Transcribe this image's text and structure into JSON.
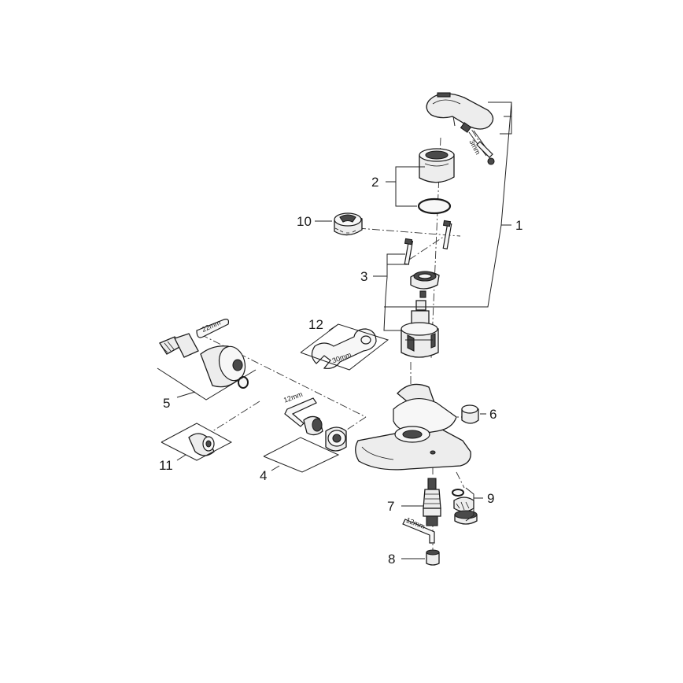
{
  "callouts": {
    "c1": "1",
    "c2": "2",
    "c3": "3",
    "c4": "4",
    "c5": "5",
    "c6": "6",
    "c7": "7",
    "c8": "8",
    "c9": "9",
    "c10": "10",
    "c11": "11",
    "c12": "12"
  },
  "tool_labels": {
    "hex_3mm": "3mm",
    "wrench_22mm": "22mm",
    "wrench_30mm": "30mm",
    "hex_12mm_upper": "12mm",
    "hex_12mm_lower": "12mm"
  }
}
